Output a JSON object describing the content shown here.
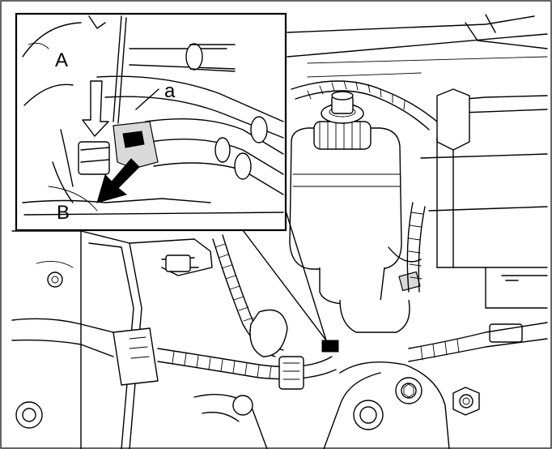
{
  "diagram": {
    "callouts": {
      "A": "A",
      "B": "B",
      "a": "a"
    },
    "colors": {
      "line": "#000000",
      "background": "#ffffff",
      "highlight": "#d9d9d9"
    }
  }
}
